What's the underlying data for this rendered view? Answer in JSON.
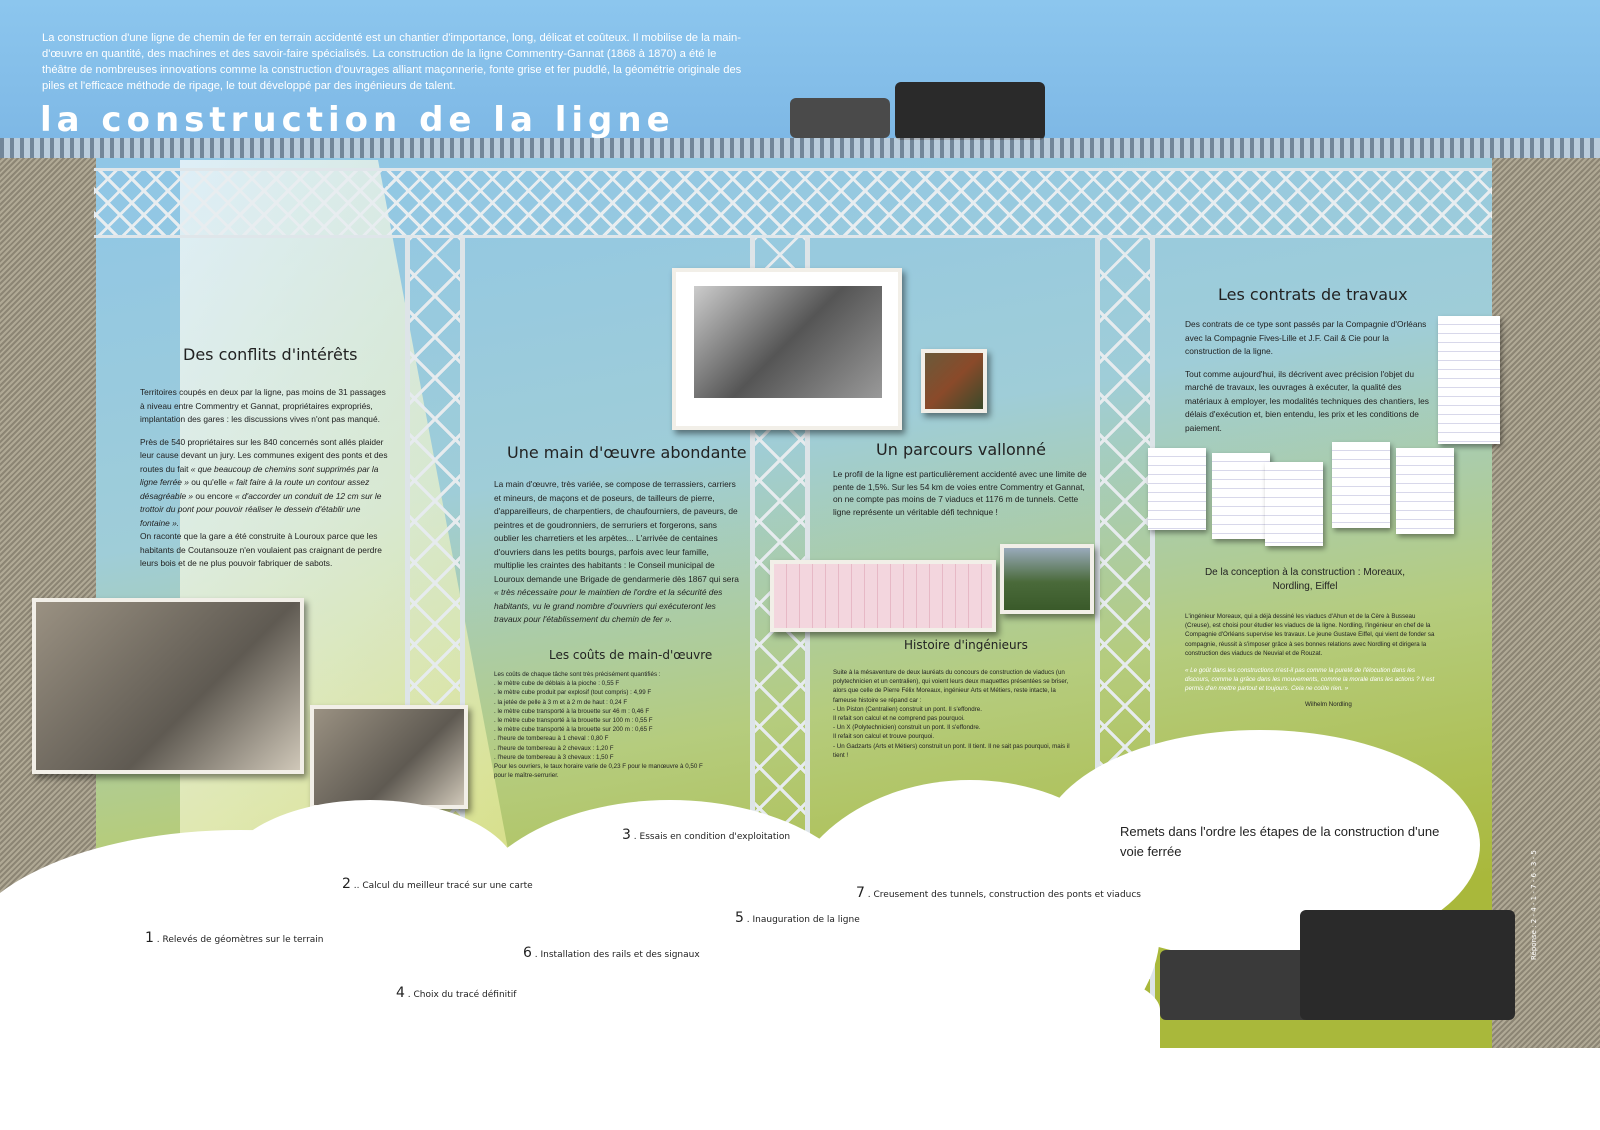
{
  "header": {
    "intro": "La construction d'une ligne de chemin de fer en terrain accidenté est un chantier d'importance, long, délicat et coûteux. Il mobilise de la main-d'œuvre en quantité, des machines et des savoir-faire spécialisés. La construction de la ligne Commentry-Gannat (1868 à 1870) a été le théâtre de nombreuses innovations comme la construction d'ouvrages alliant maçonnerie, fonte grise et fer puddlé, la géométrie originale des piles et l'efficace méthode de ripage, le tout développé par des ingénieurs de talent.",
    "title": "La construction de la ligne"
  },
  "conflits": {
    "title": "Des conflits d'intérêts",
    "p1": "Territoires coupés en deux par la ligne, pas moins de 31 passages à niveau entre Commentry et Gannat, propriétaires expropriés, implantation des gares : les discussions vives n'ont pas manqué.",
    "p2a": "Près de 540 propriétaires sur les 840 concernés sont allés plaider leur cause devant un jury. Les communes exigent des ponts et des routes du fait ",
    "q1": "« que beaucoup de chemins sont supprimés par la ligne ferrée »",
    "p2b": " ou qu'elle ",
    "q2": "« fait faire à la route un contour assez désagréable »",
    "p2c": " ou encore ",
    "q3": "« d'accorder un conduit de 12 cm sur le trottoir du pont pour pouvoir réaliser le dessein d'établir une fontaine ».",
    "p3": "On raconte que la gare a été construite à Louroux parce que les habitants de Coutansouze n'en voulaient pas craignant de perdre leurs bois et de ne plus pouvoir fabriquer de sabots."
  },
  "main_oeuvre": {
    "title": "Une main d'œuvre abondante",
    "p1": "La main d'œuvre, très variée, se compose de terrassiers, carriers et mineurs, de maçons et de poseurs, de tailleurs de pierre, d'appareilleurs, de charpentiers, de chaufourniers, de paveurs, de peintres et de goudronniers, de serruriers et forgerons, sans oublier les charretiers et les arpètes... L'arrivée de centaines d'ouvriers dans les petits bourgs, parfois avec leur famille, multiplie les craintes des habitants : le Conseil municipal de Louroux demande une Brigade de gendarmerie dès 1867 qui sera ",
    "quote": "« très nécessaire pour le maintien de l'ordre et la sécurité des habitants, vu le grand nombre d'ouvriers qui exécuteront les travaux pour l'établissement du chemin de fer »."
  },
  "couts": {
    "title": "Les coûts de main-d'œuvre",
    "intro": "Les coûts de chaque tâche sont très précisément quantifiés :",
    "items": [
      ". le mètre cube de déblais à la pioche : 0,55 F",
      ". le mètre cube produit par explosif (tout compris) : 4,99 F",
      ". la jetée de pelle à 3 m et à 2 m de haut : 0,24 F",
      ". le mètre cube transporté à la brouette sur 46 m : 0,46 F",
      ". le mètre cube transporté à la brouette sur 100 m : 0,55 F",
      ". le mètre cube transporté à la brouette sur 200 m : 0,65 F",
      ". l'heure de tombereau à 1 cheval : 0,80 F",
      ". l'heure de tombereau à 2 chevaux : 1,20 F",
      ". l'heure de tombereau à 3 chevaux : 1,50 F"
    ],
    "outro": "Pour les ouvriers, le taux horaire varie de 0,23 F pour le manœuvre à 0,50 F pour le maître-serrurier."
  },
  "parcours": {
    "title": "Un parcours vallonné",
    "p1": "Le profil de la ligne est particulièrement accidenté avec une limite de pente de 1,5%. Sur les 54 km de voies entre Commentry et Gannat, on ne compte pas moins de 7 viaducs et 1176 m de tunnels. Cette ligne représente un véritable défi technique !"
  },
  "histoire": {
    "title": "Histoire d'ingénieurs",
    "lines": [
      "Suite à la mésaventure de deux lauréats du concours de construction de viaducs (un polytechnicien et un centralien), qui voient leurs deux maquettes présentées se briser, alors que celle de Pierre Félix Moreaux, ingénieur Arts et Métiers, reste intacte, la fameuse histoire se répand car :",
      "- Un Piston (Centralien) construit un pont. Il s'effondre.",
      "Il refait son calcul et ne comprend pas pourquoi.",
      "- Un X (Polytechnicien) construit un pont. Il s'effondre.",
      "Il refait son calcul et trouve pourquoi.",
      "- Un Gadzarts (Arts et Métiers) construit un pont. Il tient. Il ne sait pas pourquoi, mais il tient !"
    ]
  },
  "contrats": {
    "title": "Les contrats de travaux",
    "p1": "Des contrats de ce type sont passés par la Compagnie d'Orléans avec la Compagnie Fives-Lille et J.F. Cail & Cie pour la construction de la ligne.",
    "p2": "Tout comme aujourd'hui, ils décrivent avec précision l'objet du marché de travaux, les ouvrages à exécuter, la qualité des matériaux à employer, les modalités techniques des chantiers, les délais d'exécution et, bien entendu, les prix et les conditions de paiement."
  },
  "conception": {
    "title": "De la conception à la construction : Moreaux, Nordling, Eiffel",
    "p1": "L'ingénieur Moreaux, qui a déjà dessiné les viaducs d'Ahun et de la Cère à Busseau (Creuse), est choisi pour étudier les viaducs de la ligne. Nordling, l'ingénieur en chef de la Compagnie d'Orléans supervise les travaux. Le jeune Gustave Eiffel, qui vient de fonder sa compagnie, réussit à s'imposer grâce à ses bonnes relations avec Nordling et dirigera la construction des viaducs de Neuvial et de Rouzat.",
    "quote": "« Le goût dans les constructions n'est-il pas comme la pureté de l'élocution dans les discours, comme la grâce dans les mouvements, comme la morale dans les actions ? Il est permis d'en mettre partout et toujours. Cela ne coûte rien. »",
    "author": "Wilhelm Nordling"
  },
  "quiz": {
    "question": "Remets dans l'ordre les étapes de la construction d'une voie ferrée",
    "steps": [
      {
        "n": "1",
        "t": " . Relevés de géomètres sur le terrain"
      },
      {
        "n": "2",
        "t": " .. Calcul du meilleur tracé sur une carte"
      },
      {
        "n": "3",
        "t": " . Essais en condition d'exploitation"
      },
      {
        "n": "4",
        "t": " . Choix du tracé définitif"
      },
      {
        "n": "5",
        "t": " . Inauguration de la ligne"
      },
      {
        "n": "6",
        "t": " . Installation des rails et des signaux"
      },
      {
        "n": "7",
        "t": " . Creusement des tunnels, construction des ponts et viaducs"
      }
    ],
    "answer": "Réponse : 2 - 4 - 1 - 7 - 6 - 3 - 5"
  }
}
